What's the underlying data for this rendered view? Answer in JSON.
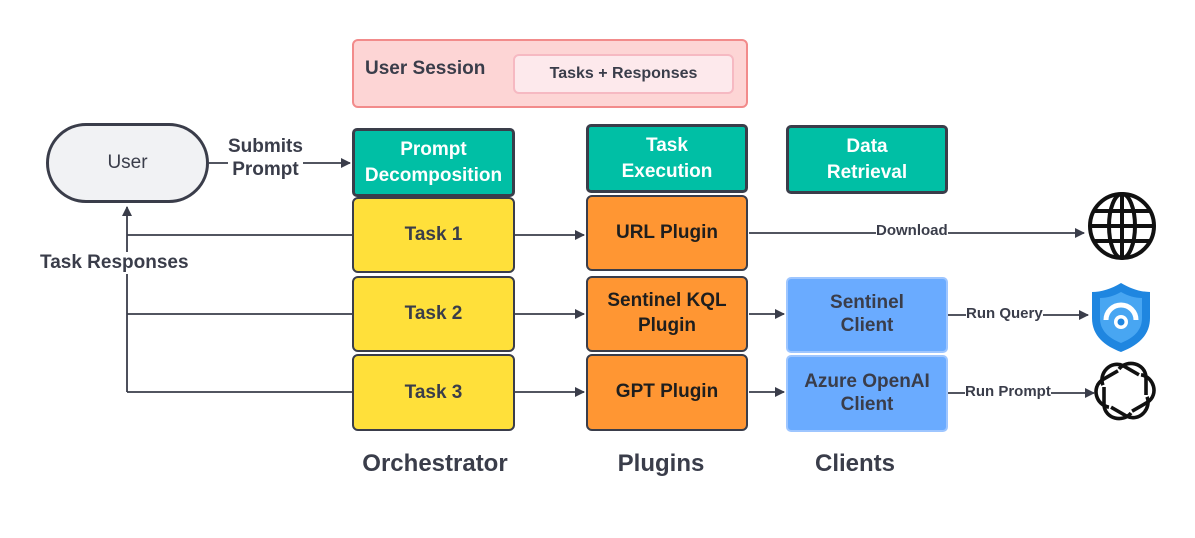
{
  "session": {
    "title": "User Session",
    "store": "Tasks + Responses"
  },
  "user": {
    "label": "User"
  },
  "edges": {
    "submits": "Submits\nPrompt",
    "responses": "Task Responses",
    "download": "Download",
    "run_query": "Run Query",
    "run_prompt": "Run Prompt"
  },
  "orchestrator": {
    "header": "Prompt\nDecomposition",
    "tasks": [
      "Task 1",
      "Task 2",
      "Task 3"
    ],
    "label": "Orchestrator"
  },
  "plugins": {
    "header": "Task\nExecution",
    "items": [
      "URL Plugin",
      "Sentinel KQL\nPlugin",
      "GPT Plugin"
    ],
    "label": "Plugins"
  },
  "clients": {
    "header": "Data\nRetrieval",
    "items": [
      "Sentinel\nClient",
      "Azure OpenAI\nClient"
    ],
    "label": "Clients"
  },
  "icons": {
    "web": "globe-icon",
    "sentinel": "sentinel-shield-icon",
    "openai": "openai-logo-icon"
  },
  "colors": {
    "teal": "#00bfa5",
    "yellow": "#ffe03a",
    "orange": "#ff9633",
    "blue": "#6aabff",
    "session": "#fdd5d5",
    "ink": "#3a3d4a"
  }
}
